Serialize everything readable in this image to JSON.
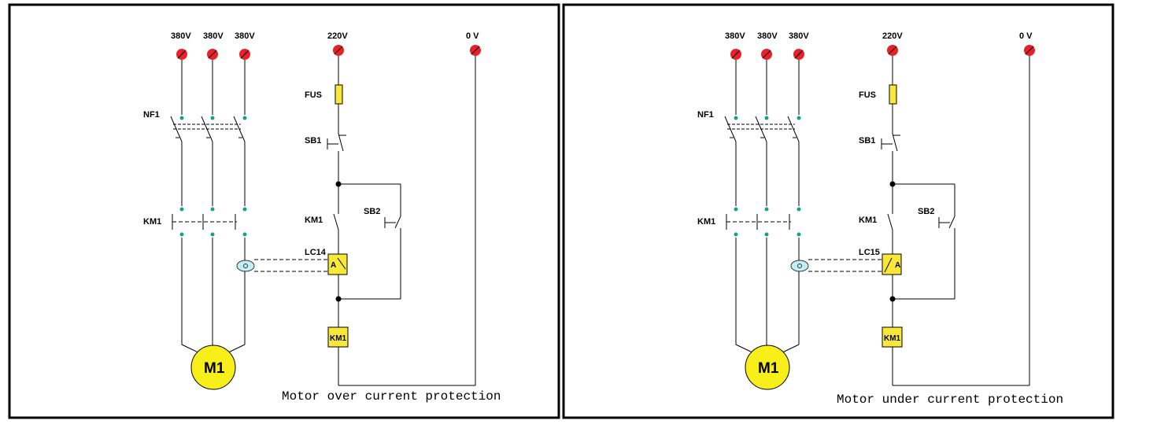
{
  "colors": {
    "terminal": "#e8202a",
    "component": "#f7e83a",
    "motor": "#f7ee1a",
    "contact_dot": "#1aa08a",
    "sensor": "#bfeff5",
    "frame": "#000000"
  },
  "panels": [
    {
      "caption": "Motor over current protection",
      "supply": [
        "380V",
        "380V",
        "380V"
      ],
      "control_supply": "220V",
      "neutral": "0 V",
      "fuse": "FUS",
      "breaker": "NF1",
      "contactor_power": "KM1",
      "stop_button": "SB1",
      "start_button": "SB2",
      "holding_contact": "KM1",
      "relay": "LC14",
      "relay_face": "A",
      "coil": "KM1",
      "motor": "M1"
    },
    {
      "caption": "Motor under current protection",
      "supply": [
        "380V",
        "380V",
        "380V"
      ],
      "control_supply": "220V",
      "neutral": "0 V",
      "fuse": "FUS",
      "breaker": "NF1",
      "contactor_power": "KM1",
      "stop_button": "SB1",
      "start_button": "SB2",
      "holding_contact": "KM1",
      "relay": "LC15",
      "relay_face": "A",
      "coil": "KM1",
      "motor": "M1"
    }
  ]
}
